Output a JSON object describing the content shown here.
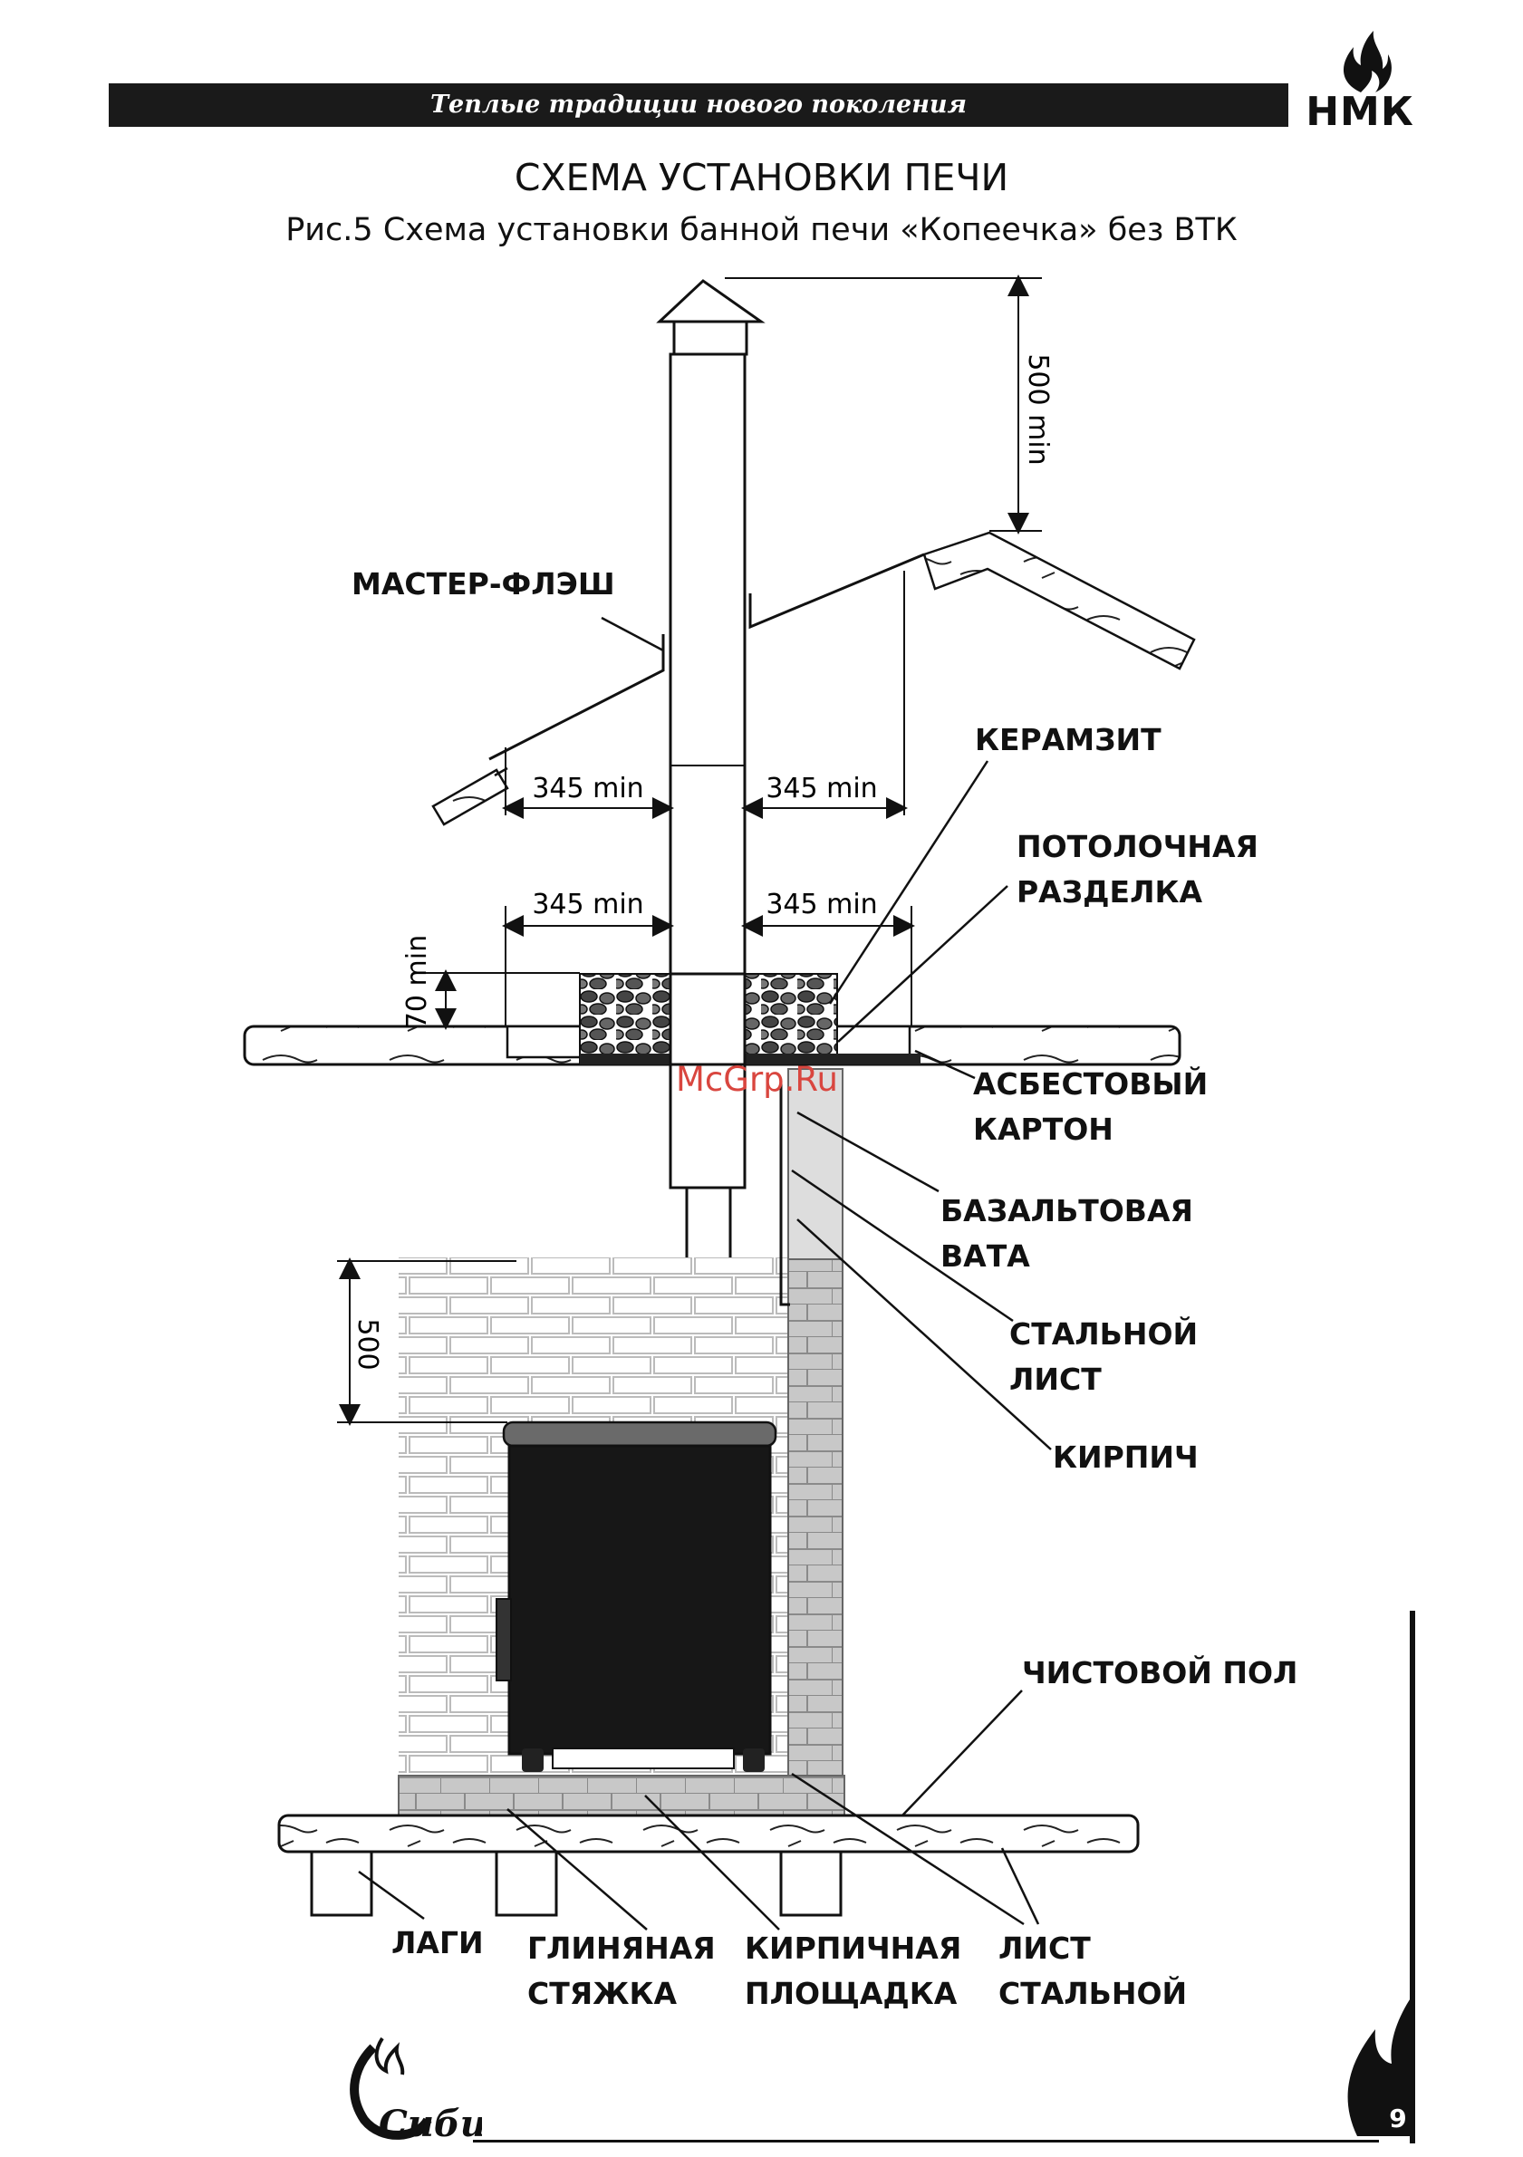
{
  "header": {
    "slogan": "Теплые традиции нового поколения",
    "logo_text": "НМК"
  },
  "title": "СХЕМА УСТАНОВКИ ПЕЧИ",
  "subtitle": "Рис.5  Схема установки банной печи «Копеечка» без ВТК",
  "watermark": "McGrp.Ru",
  "labels": {
    "master_flash": "МАСТЕР-ФЛЭШ",
    "keramzit": "КЕРАМЗИТ",
    "ceiling_cut_1": "ПОТОЛОЧНАЯ",
    "ceiling_cut_2": "РАЗДЕЛКА",
    "asbestos_1": "АСБЕСТОВЫЙ",
    "asbestos_2": "КАРТОН",
    "basalt_1": "БАЗАЛЬТОВАЯ",
    "basalt_2": "ВАТА",
    "steel_1": "СТАЛЬНОЙ",
    "steel_2": "ЛИСТ",
    "brick": "КИРПИЧ",
    "finish_floor": "ЧИСТОВОЙ ПОЛ",
    "lagi": "ЛАГИ",
    "clay_1": "ГЛИНЯНАЯ",
    "clay_2": "СТЯЖКА",
    "brick_pad_1": "КИРПИЧНАЯ",
    "brick_pad_2": "ПЛОЩАДКА",
    "steel_sheet_1": "ЛИСТ",
    "steel_sheet_2": "СТАЛЬНОЙ"
  },
  "dimensions": {
    "roof_height": "500 min",
    "roof_left": "345 min",
    "roof_right": "345 min",
    "ceiling_left": "345 min",
    "ceiling_right": "345 min",
    "keramzit_height": "70 min",
    "wall_height": "500"
  },
  "footer": {
    "brand": "Сибирь",
    "page_number": "9"
  }
}
